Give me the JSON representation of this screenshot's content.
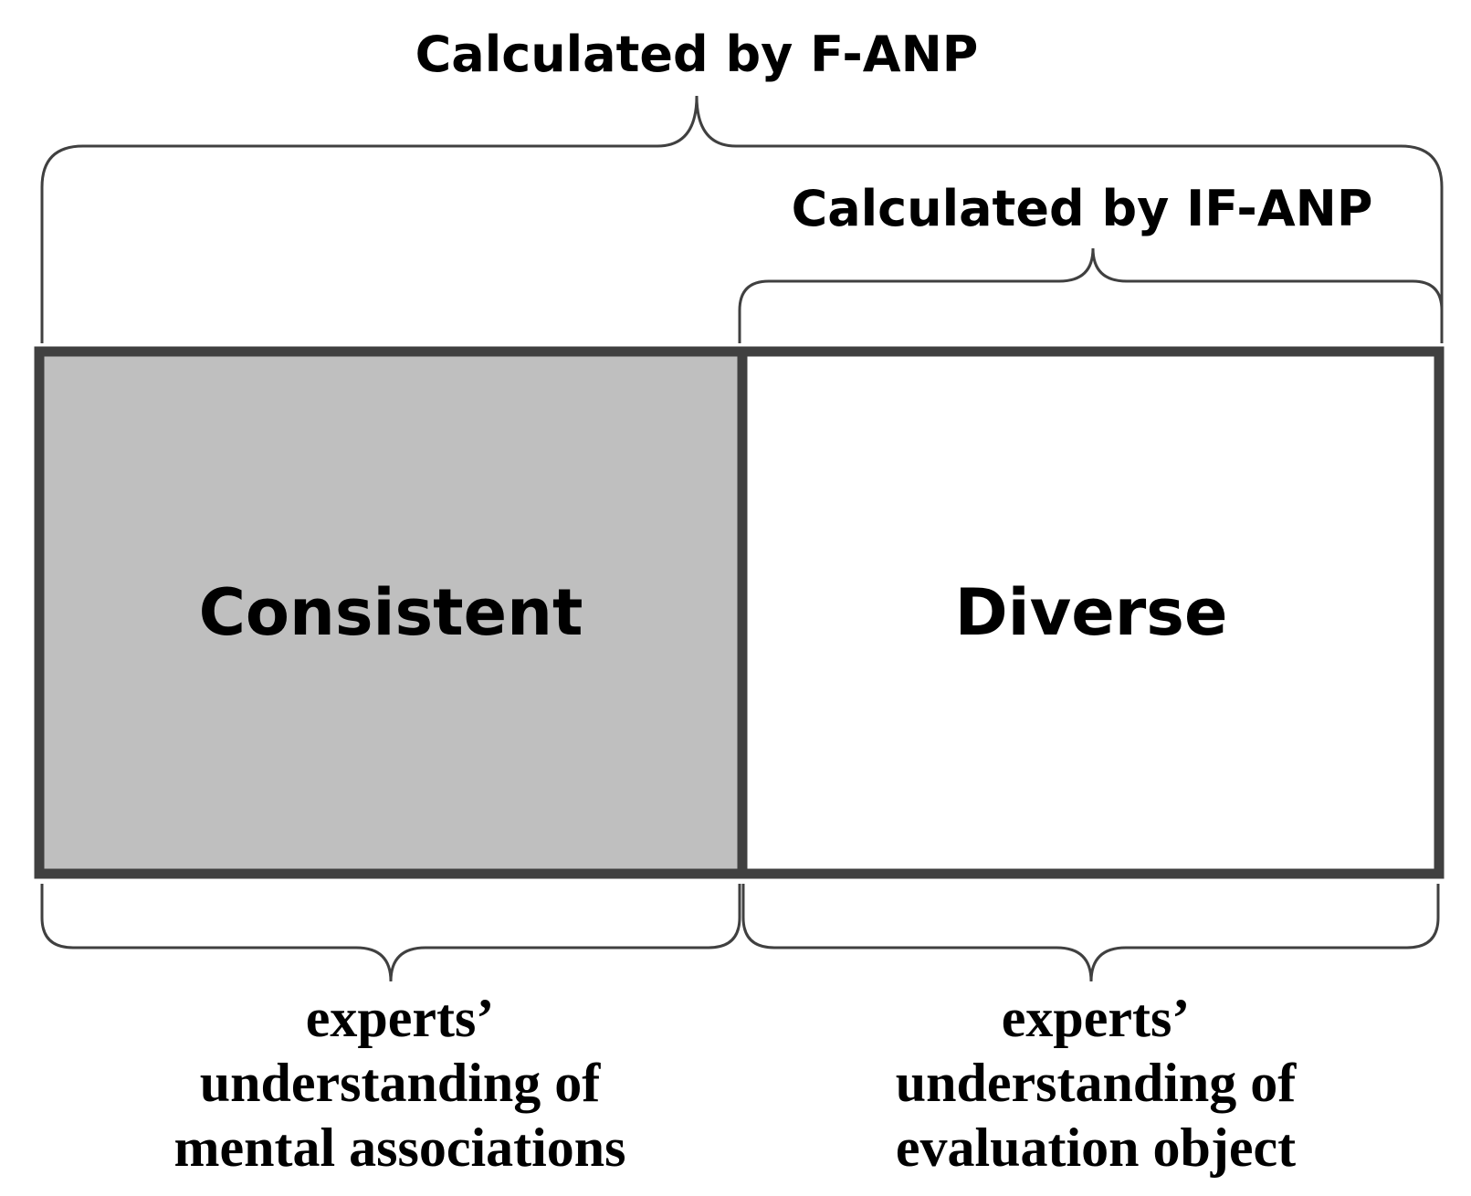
{
  "top_label": "Calculated by F-ANP",
  "inner_top_label": "Calculated by IF-ANP",
  "left_box": {
    "label": "Consistent",
    "fill_color": "#bfbfbf"
  },
  "right_box": {
    "label": "Diverse",
    "fill_color": "#ffffff"
  },
  "border_color": "#404040",
  "brace_color": "#404040",
  "bottom_left_label": {
    "line1": "experts’",
    "line2": "understanding of",
    "line3": "mental associations"
  },
  "bottom_right_label": {
    "line1": "experts’",
    "line2": "understanding of",
    "line3": "evaluation object"
  }
}
